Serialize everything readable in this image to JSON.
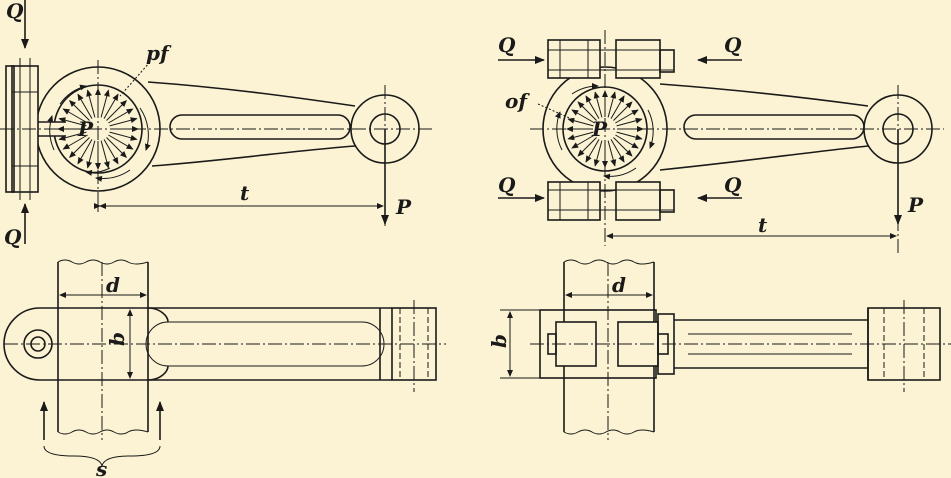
{
  "background_color": "#fbf3d3",
  "line_color": "#1a1a1a",
  "labels": {
    "q": "Q",
    "p": "P",
    "pf": "pf",
    "of": "of",
    "t": "t",
    "d": "d",
    "b": "b",
    "s": "s"
  }
}
